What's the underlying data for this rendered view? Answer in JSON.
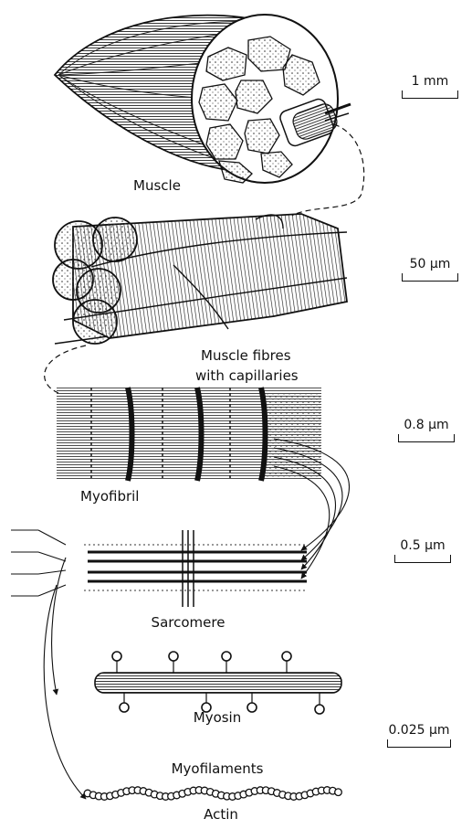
{
  "labels": {
    "muscle": "Muscle",
    "muscle_fibres": "Muscle fibres",
    "with_capillaries": "with capillaries",
    "myofibril": "Myofibril",
    "sarcomere": "Sarcomere",
    "myosin": "Myosin",
    "myofilaments": "Myofilaments",
    "actin": "Actin"
  },
  "scale_bars": {
    "muscle": "1 mm",
    "fibres": "50 μm",
    "myofibril": "0.8 μm",
    "sarcomere": "0.5 μm",
    "myofilament": "0.025 μm"
  }
}
